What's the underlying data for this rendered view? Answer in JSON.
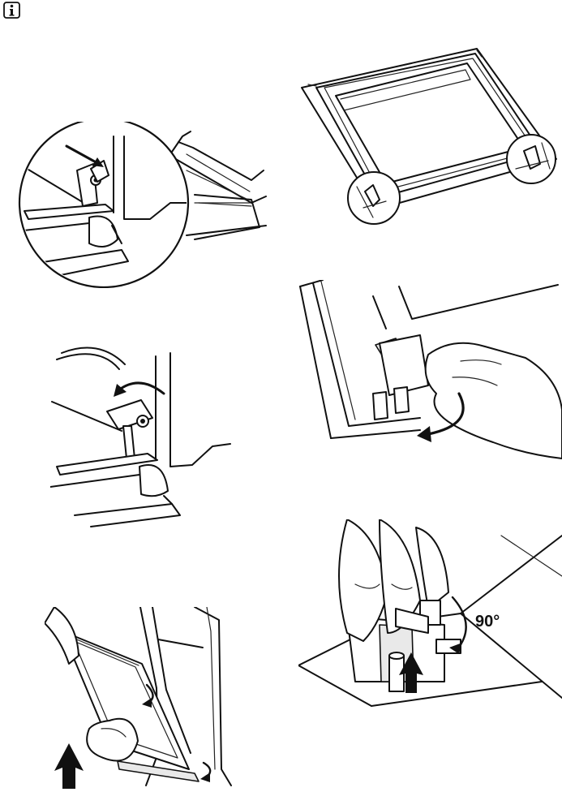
{
  "header": {
    "icon": "info-icon"
  },
  "figures": [
    {
      "id": "fig-hinge-lever-closeup"
    },
    {
      "id": "fig-glass-panel-clips"
    },
    {
      "id": "fig-hinge-lever-rotate"
    },
    {
      "id": "fig-clip-release-hand"
    },
    {
      "id": "fig-door-lift-out"
    },
    {
      "id": "fig-clip-rotate-90"
    }
  ],
  "labels": {
    "rotation_angle": "90°"
  }
}
